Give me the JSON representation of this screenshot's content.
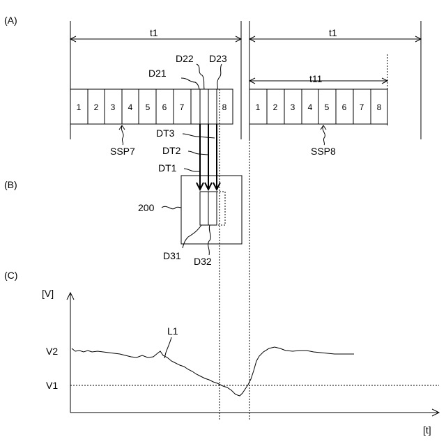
{
  "section_labels": {
    "a": "(A)",
    "b": "(B)",
    "c": "(C)"
  },
  "period_labels": {
    "left": "t1",
    "right": "t1",
    "sub": "t11"
  },
  "left_cells": [
    "1",
    "2",
    "3",
    "4",
    "5",
    "6",
    "7",
    "8"
  ],
  "right_cells": [
    "1",
    "2",
    "3",
    "4",
    "5",
    "6",
    "7",
    "8"
  ],
  "callouts": {
    "d21": "D21",
    "d22": "D22",
    "d23": "D23",
    "ssp7": "SSP7",
    "ssp8": "SSP8",
    "dt1": "DT1",
    "dt2": "DT2",
    "dt3": "DT3",
    "box": "200",
    "d31": "D31",
    "d32": "D32",
    "l1": "L1"
  },
  "axis": {
    "y_unit": "[V]",
    "x_unit": "[t]",
    "v2": "V2",
    "v1": "V1"
  }
}
